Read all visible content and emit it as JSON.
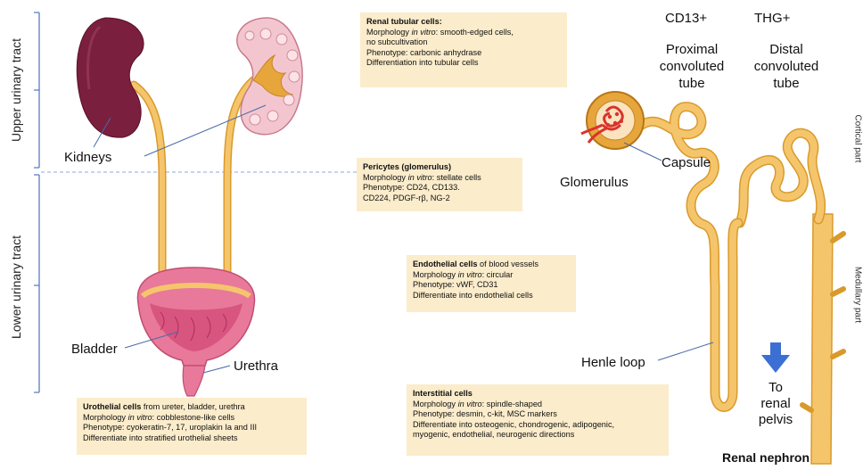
{
  "colors": {
    "kidney_dark": "#7a1f3d",
    "kidney_section": "#f3c6cf",
    "tube": "#f5c56c",
    "tube_edge": "#d99a2b",
    "bladder": "#e8799a",
    "box_bg": "#fbeccb",
    "bracket": "#5a7bc0",
    "arrow": "#3b6fd4",
    "glomerulus": "#d9332b"
  },
  "labels": {
    "upper_tract": "Upper urinary tract",
    "lower_tract": "Lower urinary tract",
    "kidneys": "Kidneys",
    "bladder": "Bladder",
    "urethra": "Urethra",
    "cd13": "CD13+",
    "thg": "THG+",
    "proximal": [
      "Proximal",
      "convoluted",
      "tube"
    ],
    "distal": [
      "Distal",
      "convoluted",
      "tube"
    ],
    "capsule": "Capsule",
    "glomerulus": "Glomerulus",
    "henle": "Henle loop",
    "to_pelvis": [
      "To",
      "renal",
      "pelvis"
    ],
    "cortical": "Cortical part",
    "medullary": "Medullary part",
    "renal_nephron": "Renal nephron"
  },
  "boxes": {
    "renal_tubular": {
      "title": "Renal tubular cells:",
      "morph_prefix": "Morphology ",
      "morph_italic": "in vitro",
      "morph_rest": ": smooth-edged cells,",
      "morph_cont": "no subcultivation",
      "phenotype": "Phenotype: carbonic anhydrase",
      "differentiation": "Differentiation into tubular cells"
    },
    "pericytes": {
      "title": "Pericytes (glomerulus)",
      "morph_prefix": "Morphology ",
      "morph_italic": "in vitro",
      "morph_rest": ": stellate cells",
      "phenotype": "Phenotype:  CD24, CD133.",
      "phenotype_cont": "CD224, PDGF-rβ, NG-2"
    },
    "endothelial": {
      "title": "Endothelial cells",
      "title_rest": " of blood vessels",
      "morph_prefix": "Morphology ",
      "morph_italic": "in vitro",
      "morph_rest": ": circular",
      "phenotype": "Phenotype: vWF, CD31",
      "differentiation": "Differentiate into endothelial cells"
    },
    "interstitial": {
      "title": "Interstitial cells",
      "morph_prefix": "Morphology ",
      "morph_italic": "in vitro",
      "morph_rest": ": spindle-shaped",
      "phenotype": "Phenotype: desmin, c-kit, MSC markers",
      "differentiation": "Differentiate into osteogenic, chondrogenic, adipogenic,",
      "differentiation_cont": "myogenic, endothelial, neurogenic directions"
    },
    "urothelial": {
      "title": "Urothelial cells",
      "title_rest": " from ureter, bladder, urethra",
      "morph_prefix": "Morphology ",
      "morph_italic": "in vitro",
      "morph_rest": ": cobblestone-like cells",
      "phenotype": "Phenotype: cyokeratin-7, 17, uroplakin Ia and III",
      "differentiation": "Differentiate into stratified urothelial sheets"
    }
  }
}
